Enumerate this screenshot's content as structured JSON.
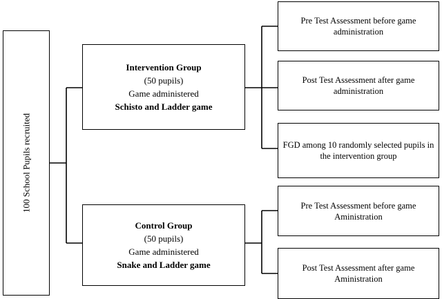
{
  "root": {
    "label": "100 School Pupils recruited"
  },
  "intervention": {
    "title": "Intervention Group",
    "count": "(50 pupils)",
    "note": "Game administered",
    "game": "Schisto and Ladder game"
  },
  "control": {
    "title": "Control  Group",
    "count": "(50 pupils)",
    "note": "Game administered",
    "game": "Snake and Ladder game"
  },
  "outcomes": {
    "pre_intervention": [
      "Pre  Test Assessment  before game",
      "administration"
    ],
    "post_intervention": [
      "Post  Test Assessment  after game",
      "administration"
    ],
    "fgd": [
      "FGD  among 10 randomly selected pupils  in",
      "the intervention group"
    ],
    "pre_control": [
      "Pre Test Assessment before game",
      "Aministration"
    ],
    "post_control": [
      "Post Test Assessment  after game",
      "Aministration"
    ]
  }
}
